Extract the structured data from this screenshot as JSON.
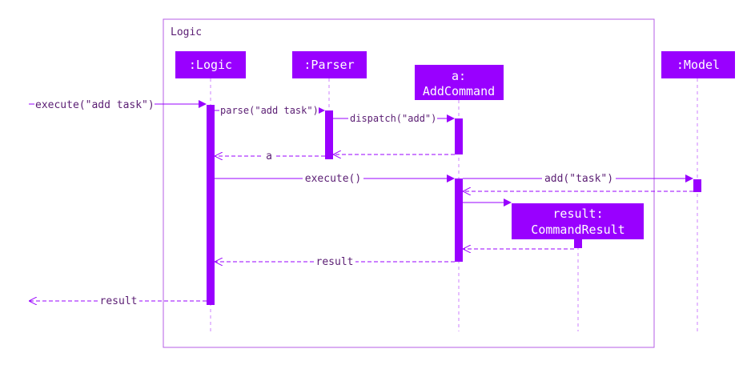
{
  "colors": {
    "accent": "#9900ff",
    "frame": "#b55ce6",
    "text": "#5a1d73",
    "dashed_line": "#cc80ff"
  },
  "frame": {
    "label": "Logic"
  },
  "participants": {
    "logic": {
      "label": ":Logic"
    },
    "parser": {
      "label": ":Parser"
    },
    "add_command": {
      "label_line1": "a:",
      "label_line2": "AddCommand"
    },
    "model": {
      "label": ":Model"
    },
    "command_result": {
      "label_line1": "result:",
      "label_line2": "CommandResult"
    }
  },
  "messages": {
    "execute_in": "execute(\"add task\")",
    "parse": "parse(\"add task\")",
    "dispatch": "dispatch(\"add\")",
    "return_a": "a",
    "execute": "execute()",
    "add_task": "add(\"task\")",
    "return_result_logic": "result",
    "return_result_out": "result"
  }
}
